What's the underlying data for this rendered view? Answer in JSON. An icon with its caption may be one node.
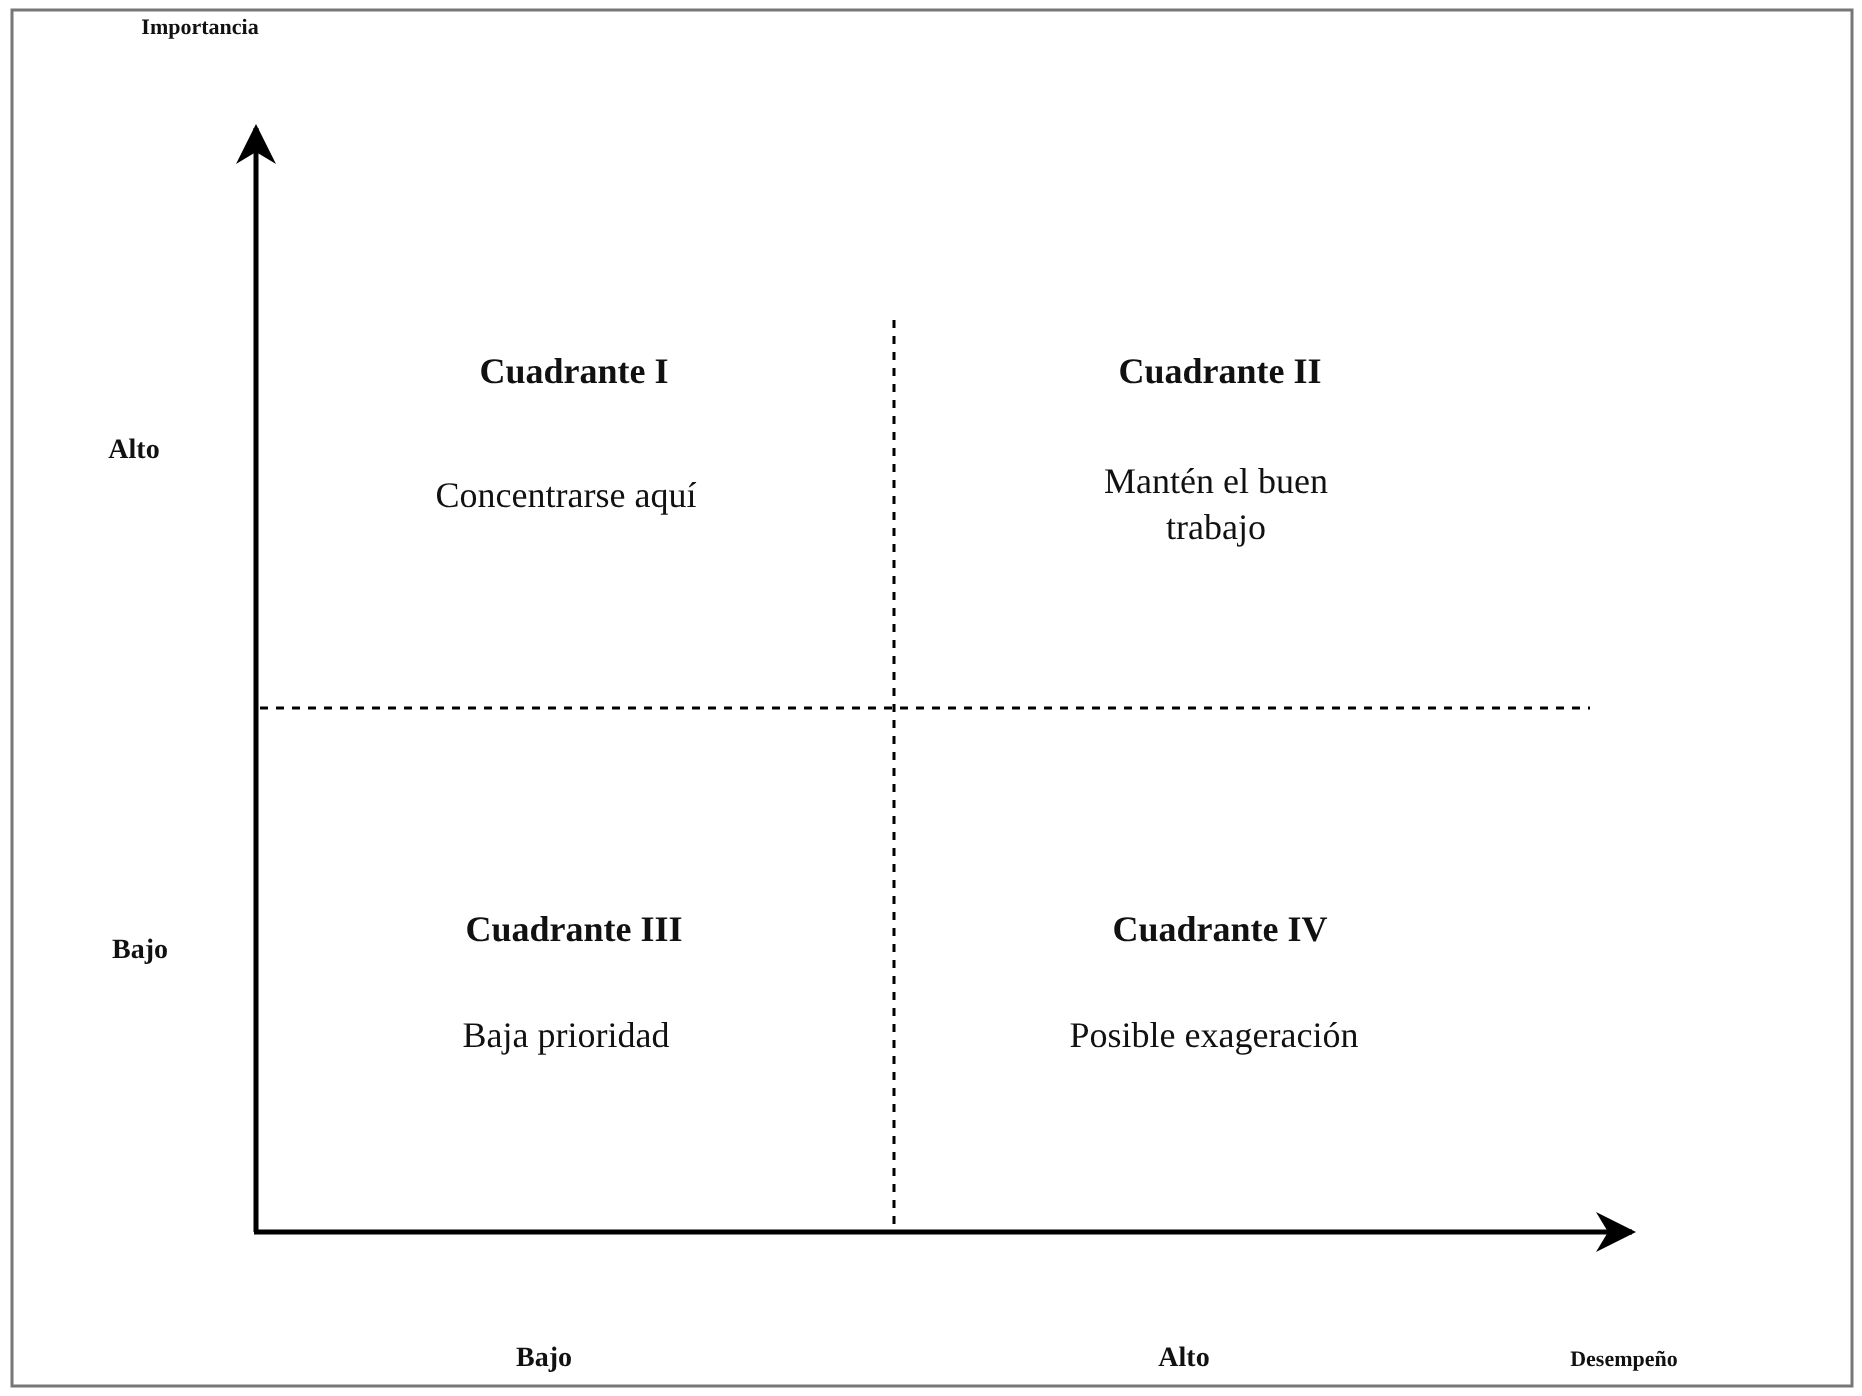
{
  "diagram": {
    "labels": [
      "Importancia",
      "Cuadrante I",
      "Cuadrante II",
      "Alto",
      "Concentrarse aquí",
      "Mantén el buen trabajo",
      "Cuadrante III",
      "Cuadrante IV",
      "Bajo",
      "Baja prioridad",
      "Posible exageración",
      "Bajo",
      "Alto",
      "Desempeño"
    ]
  }
}
